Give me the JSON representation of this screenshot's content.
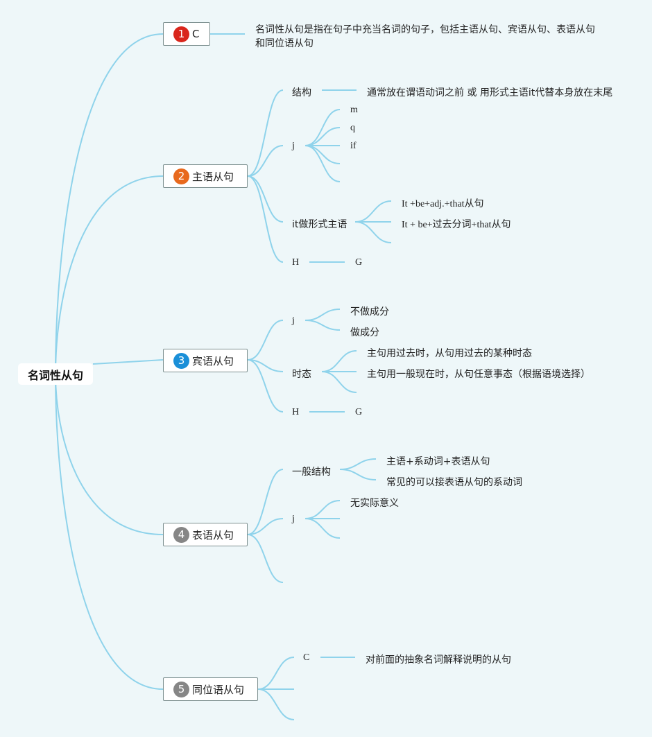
{
  "root": {
    "label": "名词性从句"
  },
  "colors": {
    "line": "#8fd3eb",
    "background": "#eef7f9",
    "node_border": "#7c8f8f"
  },
  "branches": [
    {
      "number": "1",
      "badge_color": "#d9261c",
      "label": "C",
      "description": "名词性从句是指在句子中充当名词的句子，包括主语从句、宾语从句、表语从句和同位语从句"
    },
    {
      "number": "2",
      "badge_color": "#e8691d",
      "label": "主语从句",
      "children": {
        "structure": {
          "label": "结构",
          "detail": "通常放在谓语动词之前 或 用形式主语it代替本身放在末尾"
        },
        "j": {
          "label": "j",
          "items": [
            "m",
            "q",
            "if"
          ]
        },
        "it": {
          "label": "it做形式主语",
          "items": [
            "It +be+adj.+that从句",
            "It + be+过去分词+that从句"
          ]
        },
        "h": {
          "label": "H",
          "detail": "G"
        }
      }
    },
    {
      "number": "3",
      "badge_color": "#1a8fd8",
      "label": "宾语从句",
      "children": {
        "j": {
          "label": "j",
          "items": [
            "不做成分",
            "做成分"
          ]
        },
        "tense": {
          "label": "时态",
          "items": [
            "主句用过去时，从句用过去的某种时态",
            "主句用一般现在时，从句任意事态（根据语境选择）"
          ]
        },
        "h": {
          "label": "H",
          "detail": "G"
        }
      }
    },
    {
      "number": "4",
      "badge_color": "#868686",
      "label": "表语从句",
      "children": {
        "structure": {
          "label": "一般结构",
          "items": [
            "主语+系动词+表语从句",
            "常见的可以接表语从句的系动词"
          ]
        },
        "j": {
          "label": "j",
          "items": [
            "无实际意义"
          ]
        }
      }
    },
    {
      "number": "5",
      "badge_color": "#868686",
      "label": "同位语从句",
      "children": {
        "c": {
          "label": "C",
          "detail": "对前面的抽象名词解释说明的从句"
        }
      }
    }
  ]
}
